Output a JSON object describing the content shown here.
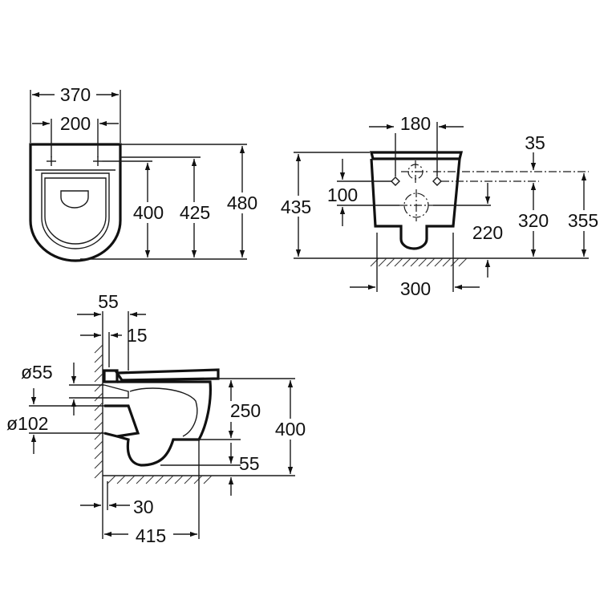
{
  "top_view": {
    "width_overall": "370",
    "fixing_spacing": "200",
    "depth_fixing": "400",
    "depth_seat": "425",
    "depth_overall": "480"
  },
  "front_view": {
    "fixing_spacing": "180",
    "offset_35": "35",
    "height_overall": "435",
    "inlet_spacing": "100",
    "height_220": "220",
    "height_320": "320",
    "height_355": "355",
    "width_300": "300"
  },
  "side_view": {
    "depth_55": "55",
    "depth_15": "15",
    "diameter_55": "ø55",
    "diameter_102": "ø102",
    "height_250": "250",
    "height_400": "400",
    "height_55": "55",
    "depth_30": "30",
    "depth_415": "415"
  }
}
